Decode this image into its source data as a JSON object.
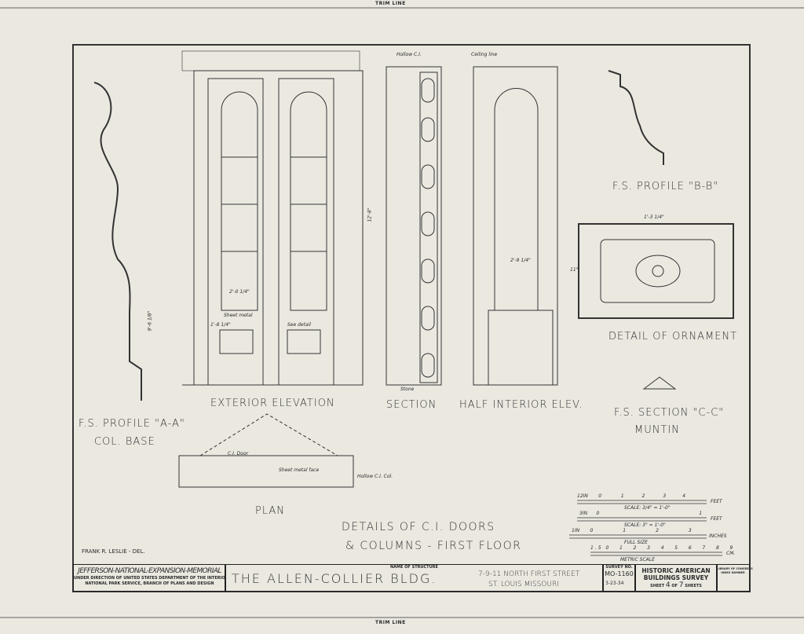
{
  "trim_line_top": "TRIM LINE",
  "trim_line_bottom": "TRIM LINE",
  "drawings": {
    "profile_aa": [
      "F.S. PROFILE \"A-A\"",
      "COL. BASE"
    ],
    "exterior_elevation": "EXTERIOR ELEVATION",
    "section": "SECTION",
    "half_interior": "HALF INTERIOR ELEV.",
    "profile_bb": "F.S. PROFILE \"B-B\"",
    "detail_ornament": "DETAIL OF ORNAMENT",
    "section_cc": [
      "F.S. SECTION \"C-C\"",
      "MUNTIN"
    ],
    "plan": "PLAN",
    "sheet_title": [
      "DETAILS OF C.I. DOORS",
      "& COLUMNS - FIRST FLOOR"
    ],
    "delineator": "FRANK R. LESLIE - DEL.",
    "annotations": [
      "Hollow C.I.",
      "Ceiling line",
      "Stone",
      "Sheet metal",
      "See detail",
      "C.I. Door",
      "Sheet metal face",
      "Hollow C.I. Col.",
      "12'-8\"",
      "2'-0 1/4\"",
      "2'-9 1/4\"",
      "1'-8 1/4\"",
      "9'-6 1/8\"",
      "1'-3 1/4\"",
      "11\""
    ]
  },
  "scales": [
    {
      "label": "SCALE: 3/4\" = 1'-0\"",
      "unit": "FEET",
      "ticks": [
        "12IN",
        "0",
        "1",
        "2",
        "3",
        "4"
      ]
    },
    {
      "label": "SCALE: 3\" = 1'-0\"",
      "unit": "FEET",
      "ticks": [
        "3IN",
        "0",
        "1"
      ]
    },
    {
      "label": "FULL SIZE",
      "unit": "INCHES",
      "ticks": [
        "1IN",
        "0",
        "1",
        "2",
        "3"
      ]
    },
    {
      "label": "METRIC SCALE",
      "unit": "CM.",
      "ticks": [
        "1.5",
        "0",
        "1",
        "2",
        "3",
        "4",
        "5",
        "6",
        "7",
        "8",
        "9"
      ]
    }
  ],
  "title_block": {
    "agency": "JEFFERSON-NATIONAL-EXPANSION-MEMORIAL",
    "agency_sub1": "UNDER DIRECTION OF UNITED STATES DEPARTMENT OF THE INTERIOR",
    "agency_sub2": "NATIONAL PARK SERVICE, BRANCH OF PLANS AND DESIGN",
    "name_label": "NAME OF STRUCTURE",
    "name": "THE ALLEN-COLLIER BLDG.",
    "address1": "7-9-11 NORTH FIRST STREET",
    "address2": "ST. LOUIS   MISSOURI",
    "survey_label": "SURVEY NO.",
    "survey_no": "MO-1160",
    "date": "3-23-34",
    "habs1": "HISTORIC AMERICAN",
    "habs2": "BUILDINGS SURVEY",
    "sheet_word": "SHEET",
    "sheet_no": "4",
    "of_word": "OF",
    "sheet_total": "7",
    "sheets_word": "SHEETS",
    "loc1": "LIBRARY OF CONGRESS",
    "loc2": "INDEX NUMBER"
  }
}
